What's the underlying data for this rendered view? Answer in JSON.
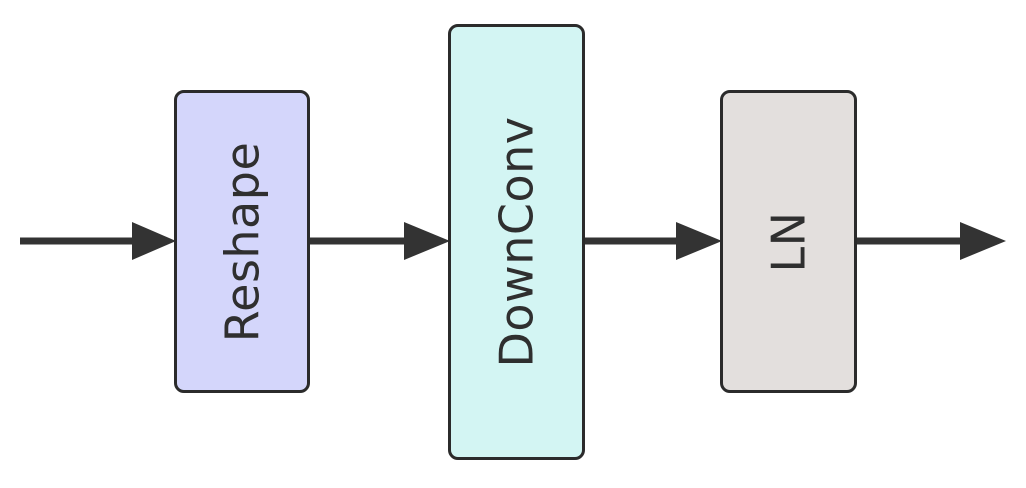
{
  "diagram": {
    "colors": {
      "reshape_fill": "#d4d6fb",
      "downconv_fill": "#d3f5f3",
      "ln_fill": "#e3dfdd",
      "stroke": "#2b2b2b",
      "arrow": "#333333"
    },
    "blocks": [
      {
        "id": "reshape",
        "label": "Reshape"
      },
      {
        "id": "downconv",
        "label": "DownConv"
      },
      {
        "id": "ln",
        "label": "LN"
      }
    ]
  }
}
